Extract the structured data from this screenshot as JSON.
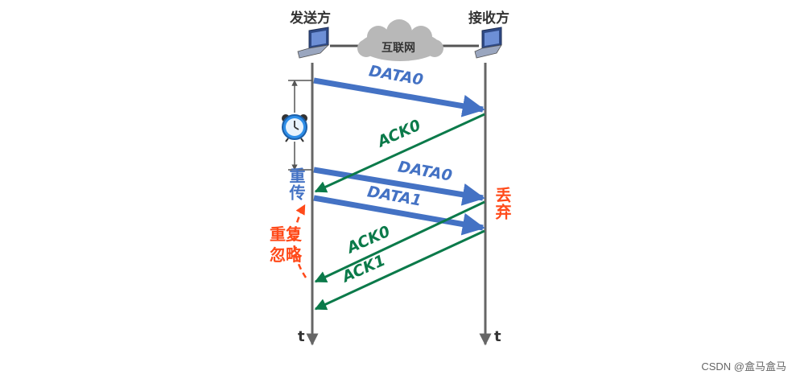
{
  "sender": {
    "label": "发送方"
  },
  "receiver": {
    "label": "接收方"
  },
  "network": {
    "label": "互联网"
  },
  "time_axis": {
    "sender_label": "t",
    "receiver_label": "t"
  },
  "messages": {
    "data0_first": "DATA0",
    "ack0_first": "ACK0",
    "data0_retx": "DATA0",
    "data1": "DATA1",
    "ack0_second": "ACK0",
    "ack1": "ACK1"
  },
  "annotations": {
    "retransmit": "重传",
    "discard": "丢弃",
    "duplicate_ignore": "重复忽略"
  },
  "watermark": "CSDN @盒马盒马",
  "colors": {
    "data": "#4472c4",
    "ack": "#0b7a4a",
    "highlight": "#ff4a1a",
    "axis": "#666666",
    "cloud": "#b8b8b8"
  },
  "icons": {
    "sender_device": "laptop-icon",
    "receiver_device": "laptop-icon",
    "timer": "alarm-clock-icon"
  }
}
